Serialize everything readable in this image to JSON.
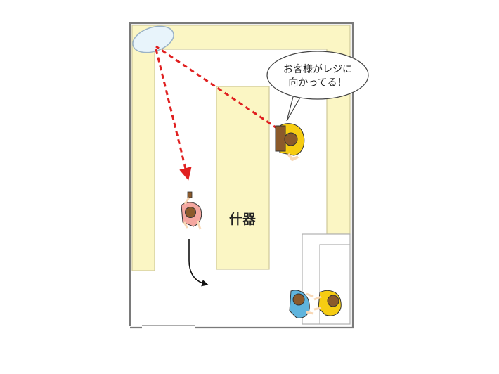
{
  "colors": {
    "wall": "#7a7a7a",
    "shelf": "#fbf6c4",
    "shelf_stroke": "#cfc99a",
    "mirror": "#e8f4fb",
    "mirror_stroke": "#9ab2c6",
    "sight_line": "#e02020",
    "flow_arrow": "#111111",
    "staff_yellow": "#f6cc12",
    "customer_pink": "#f4a7a0",
    "customer_blue": "#5fb4dd",
    "hair_brown": "#8b5a2b",
    "skin": "#f8d8b6",
    "counter": "#ffffff",
    "counter_stroke": "#b0b0b0"
  },
  "labels": {
    "fixture": "什器",
    "speech_line1": "お客様がレジに",
    "speech_line2": "向かってる！"
  },
  "icons": {
    "mirror": "convex-mirror-icon",
    "staff_top": "staff-person-icon",
    "customer_walking": "customer-person-icon",
    "register_staff": "cashier-person-icon",
    "register_customer": "waiting-customer-icon"
  }
}
